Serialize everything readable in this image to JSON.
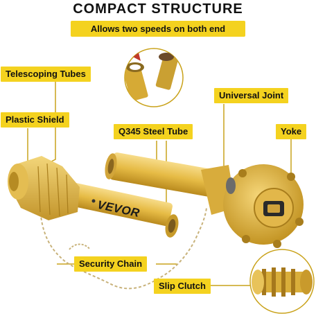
{
  "header": {
    "title": "COMPACT STRUCTURE",
    "subtitle": "Allows two speeds on both end"
  },
  "callouts": {
    "telescoping_tubes": "Telescoping Tubes",
    "plastic_shield": "Plastic Shield",
    "steel_tube": "Q345 Steel Tube",
    "universal_joint": "Universal Joint",
    "yoke": "Yoke",
    "security_chain": "Security Chain",
    "slip_clutch": "Slip Clutch"
  },
  "product": {
    "brand": "VEVOR"
  },
  "colors": {
    "accent_yellow": "#f4d21f",
    "shaft_yellow": "#e9bf45",
    "callout_line": "#c9a21a"
  }
}
